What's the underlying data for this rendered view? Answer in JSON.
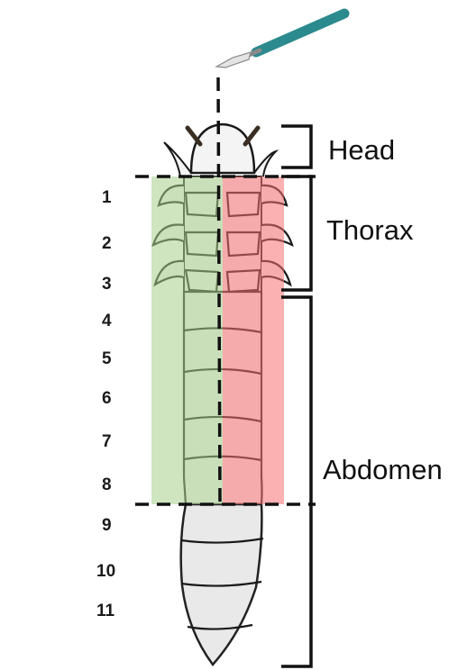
{
  "labels": {
    "head": "Head",
    "thorax": "Thorax",
    "abdomen": "Abdomen"
  },
  "segments": [
    "1",
    "2",
    "3",
    "4",
    "5",
    "6",
    "7",
    "8",
    "9",
    "10",
    "11"
  ],
  "colors": {
    "left_half": "#a8d08d",
    "right_half": "#f87171",
    "scalpel_handle": "#2b8a8e",
    "outline": "#222222"
  },
  "icons": {
    "scalpel": "scalpel-icon"
  }
}
